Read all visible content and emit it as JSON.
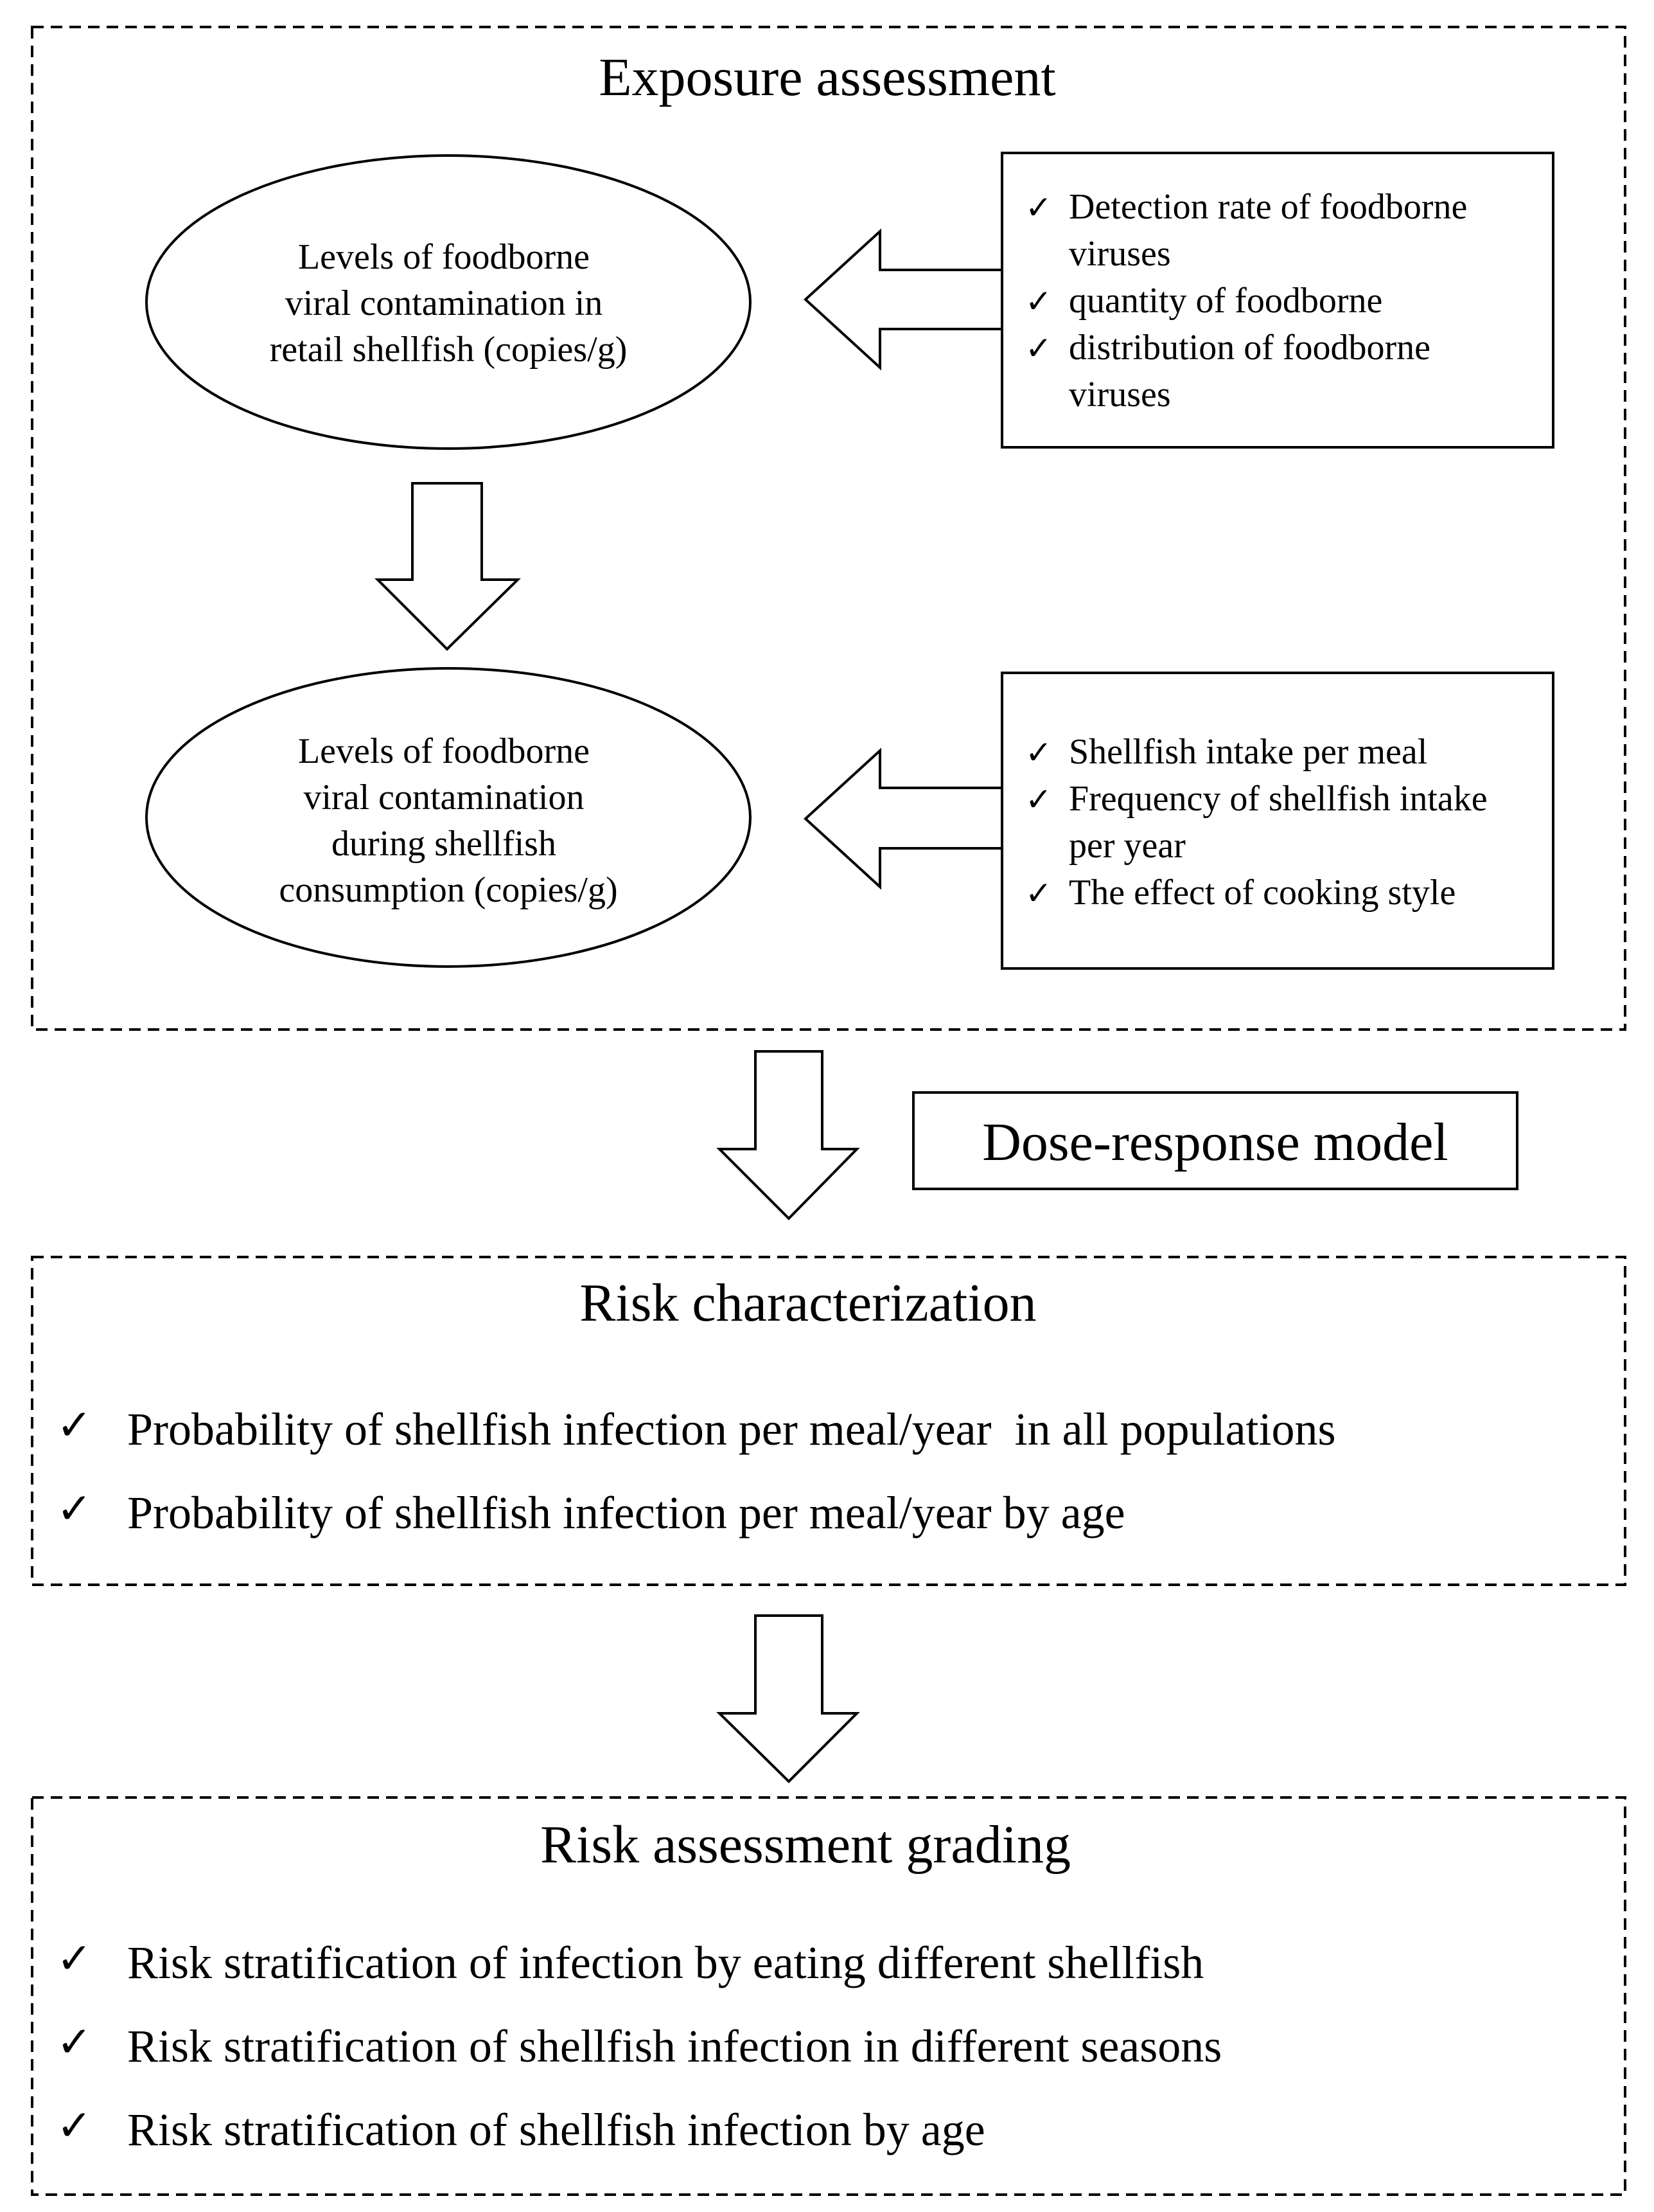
{
  "exposure_assessment": {
    "title": "Exposure assessment",
    "retail_node": [
      "Levels of foodborne",
      "viral contamination in",
      "retail shellfish (copies/g)"
    ],
    "retail_factors": [
      [
        "Detection rate of foodborne",
        "viruses"
      ],
      [
        "quantity of foodborne"
      ],
      [
        "distribution of foodborne",
        "viruses"
      ]
    ],
    "consumption_node": [
      "Levels of foodborne",
      "viral contamination",
      "during shellfish",
      "consumption (copies/g)"
    ],
    "consumption_factors": [
      [
        "Shellfish intake per meal"
      ],
      [
        "Frequency of shellfish intake",
        "per year"
      ],
      [
        "The effect of cooking style"
      ]
    ]
  },
  "dose_response": {
    "label": "Dose-response model"
  },
  "risk_characterization": {
    "title": "Risk characterization",
    "items": [
      "Probability of shellfish infection per meal/year  in all populations",
      "Probability of shellfish infection per meal/year by age"
    ]
  },
  "risk_grading": {
    "title": "Risk assessment grading",
    "items": [
      "Risk stratification of infection by eating different shellfish",
      "Risk stratification of shellfish infection in different seasons",
      "Risk stratification of shellfish infection by age"
    ]
  },
  "check_mark": "✓"
}
